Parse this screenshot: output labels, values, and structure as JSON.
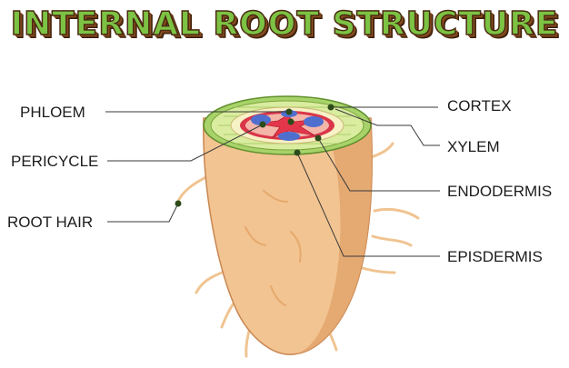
{
  "title": "INTERNAL ROOT STRUCTURE",
  "labels": {
    "phloem": "PHLOEM",
    "pericycle": "PERICYCLE",
    "root_hair": "ROOT HAIR",
    "cortex": "CORTEX",
    "xylem": "XYLEM",
    "endodermis": "ENDODERMIS",
    "epidermis": "EPISDERMIS"
  },
  "colors": {
    "title_fill": "#7cc243",
    "title_outline": "#4a2a12",
    "root_body": "#f2c491",
    "root_shadow": "#e3a56c",
    "epidermis_ring": "#a8d26a",
    "cortex": "#f7f1c6",
    "endodermis": "#d9364a",
    "pith": "#f4b6a9",
    "xylem": "#e4364b",
    "phloem": "#4f6fcf",
    "leader_dot": "#2c4a1a"
  }
}
